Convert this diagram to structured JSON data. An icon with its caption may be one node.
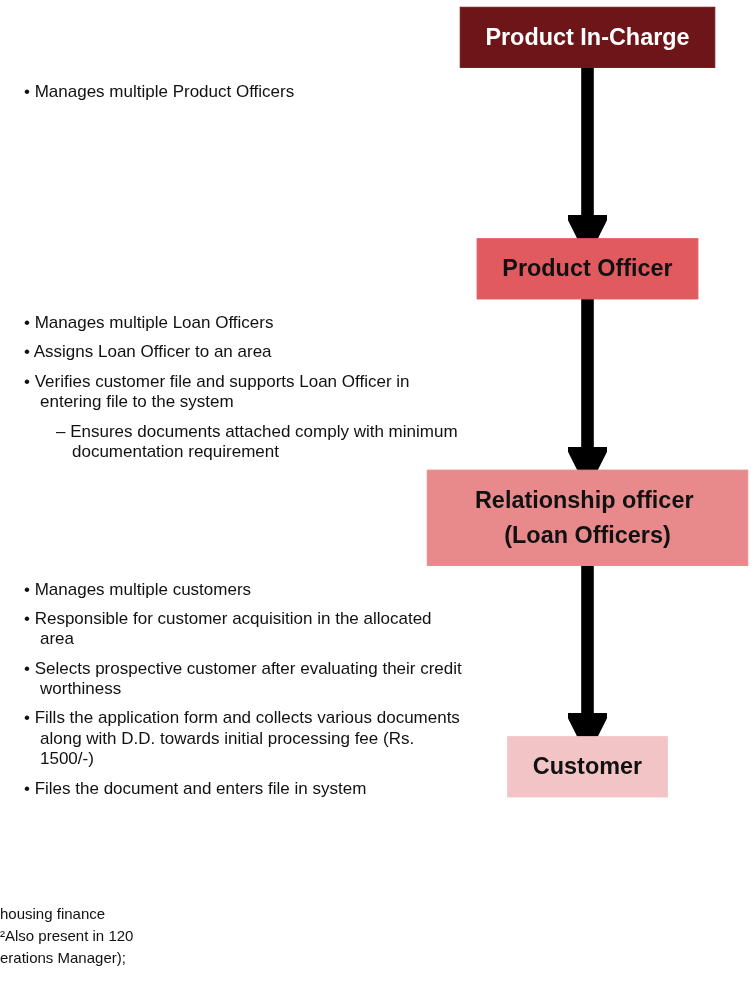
{
  "diagram": {
    "nodes": [
      {
        "text": [
          "Product In-Charge"
        ]
      },
      {
        "text": [
          "Product Officer"
        ]
      },
      {
        "text": [
          "Relationship officer (Loan Officers)"
        ]
      },
      {
        "text": [
          "Customer"
        ]
      }
    ],
    "edges": [
      {
        "from": 0,
        "to": 1,
        "arrow": "to"
      },
      {
        "from": 1,
        "to": 2,
        "arrow": "to"
      },
      {
        "from": 2,
        "to": 3,
        "arrow": "to"
      }
    ],
    "labels": [
      "• Manages multiple Product Officers",
      "• Manages multiple Loan Officers",
      "• Assigns Loan Officer to an area",
      "• Verifies customer file and supports Loan Officer in entering file to the system",
      "– Ensures documents attached comply with minimum documentation requirement",
      "• Manages multiple customers",
      "• Responsible for customer acquisition  in the allocated area",
      "• Selects prospective customer after evaluating their credit worthiness",
      "• Fills the application form and collects various documents along with D.D. towards initial processing fee (Rs. 1500/-)",
      "• Files the document and enters file in system",
      "housing finance",
      "²Also present in 120",
      "erations Manager);"
    ]
  }
}
